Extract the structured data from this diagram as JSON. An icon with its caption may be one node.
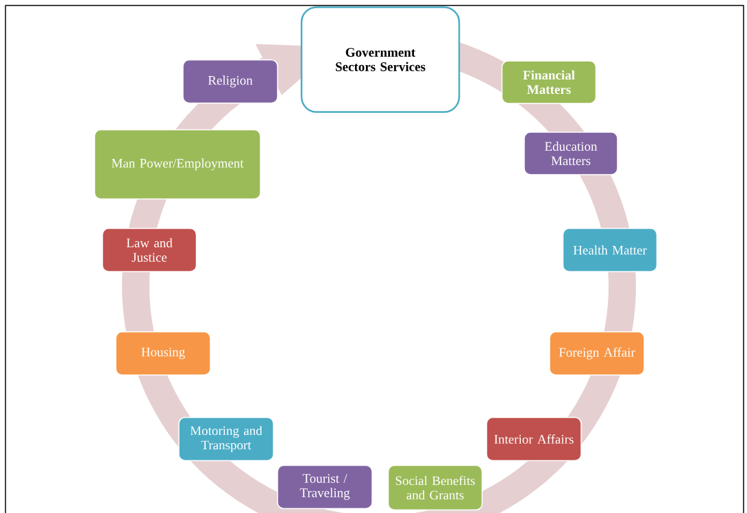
{
  "diagram": {
    "nodes": [
      {
        "text": [
          "Government Sectors Services"
        ]
      },
      {
        "text": [
          "Financial Matters"
        ]
      },
      {
        "text": [
          "Education Matters"
        ]
      },
      {
        "text": [
          "Health Matter"
        ]
      },
      {
        "text": [
          "Foreign Affair"
        ]
      },
      {
        "text": [
          "Interior Affairs"
        ]
      },
      {
        "text": [
          "Social Benefits and Grants"
        ]
      },
      {
        "text": [
          "Tourist / Traveling"
        ]
      },
      {
        "text": [
          "Motoring and Transport"
        ]
      },
      {
        "text": [
          "Housing"
        ]
      },
      {
        "text": [
          "Law and Justice"
        ]
      },
      {
        "text": [
          "Man Power/Employment"
        ]
      },
      {
        "text": [
          "Religion"
        ]
      }
    ]
  }
}
